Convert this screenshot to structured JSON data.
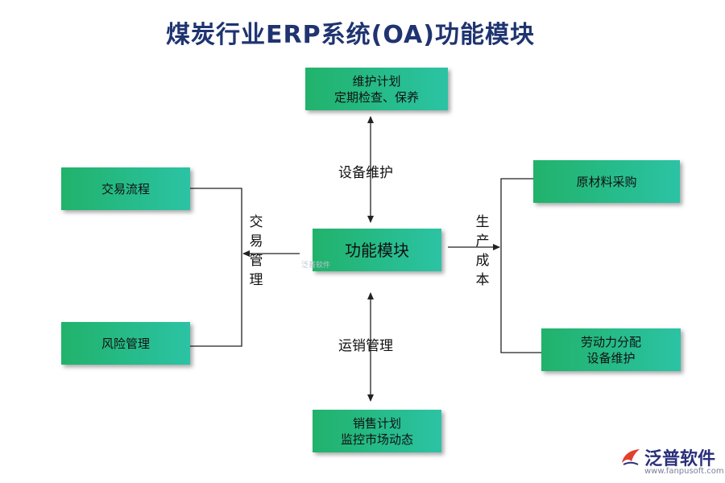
{
  "title": "煤炭行业ERP系统(OA)功能模块",
  "boxes": {
    "center": "功能模块",
    "top": [
      "维护计划",
      "定期检查、保养"
    ],
    "bottom": [
      "销售计划",
      "监控市场动态"
    ],
    "left_top": "交易流程",
    "left_bottom": "风险管理",
    "right_top": "原材料采购",
    "right_bottom": [
      "劳动力分配",
      "设备维护"
    ]
  },
  "edge_labels": {
    "top": "设备维护",
    "bottom": "运销管理",
    "left": "交易管理",
    "right": "生产成本"
  },
  "watermark": {
    "small": "泛普软件",
    "logo": "泛普软件",
    "url": "www.fanpusoft.com"
  },
  "colors": {
    "box_start": "#21b26b",
    "box_end": "#2bc3a4",
    "title": "#1f3470"
  }
}
